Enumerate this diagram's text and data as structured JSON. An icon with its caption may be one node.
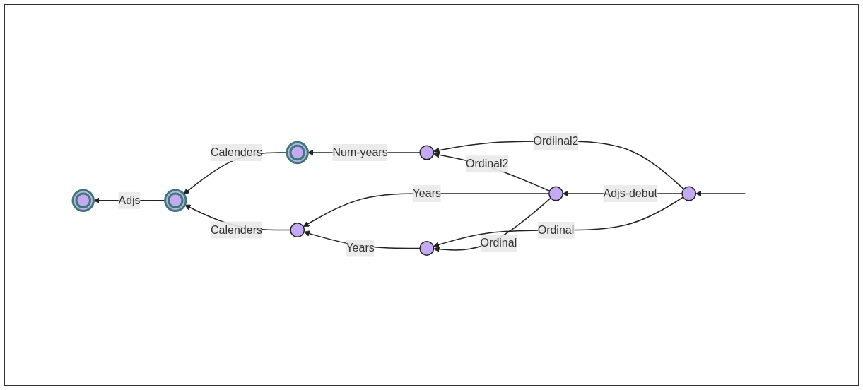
{
  "diagram": {
    "nodes": [
      {
        "text": [],
        "shape": "circle"
      },
      {
        "text": [],
        "shape": "circle"
      },
      {
        "text": [],
        "shape": "circle"
      },
      {
        "text": [],
        "shape": "circle"
      },
      {
        "text": [],
        "shape": "circle"
      },
      {
        "text": [],
        "shape": "circle"
      },
      {
        "text": [],
        "shape": "circle"
      },
      {
        "text": [],
        "shape": "circle"
      }
    ],
    "edges": [
      {
        "from": null,
        "to": 7,
        "arrow": "to"
      },
      {
        "from": 7,
        "to": 4,
        "label": "Ordiinal2",
        "arrow": "to"
      },
      {
        "from": 7,
        "to": 5,
        "label": "Adjs-debut",
        "arrow": "to"
      },
      {
        "from": 7,
        "to": 6,
        "label": "Ordinal",
        "arrow": "to"
      },
      {
        "from": 5,
        "to": 4,
        "label": "Ordinal2",
        "arrow": "to"
      },
      {
        "from": 5,
        "to": 6,
        "label": "Ordinal",
        "arrow": "to"
      },
      {
        "from": 5,
        "to": 3,
        "label": "Years",
        "arrow": "to"
      },
      {
        "from": 4,
        "to": 2,
        "label": "Num-years",
        "arrow": "to"
      },
      {
        "from": 6,
        "to": 3,
        "label": "Years",
        "arrow": "to"
      },
      {
        "from": 2,
        "to": 1,
        "label": "Calenders",
        "arrow": "to"
      },
      {
        "from": 3,
        "to": 1,
        "label": "Calenders",
        "arrow": "to"
      },
      {
        "from": 1,
        "to": 0,
        "label": "Adjs",
        "arrow": "to"
      }
    ]
  }
}
